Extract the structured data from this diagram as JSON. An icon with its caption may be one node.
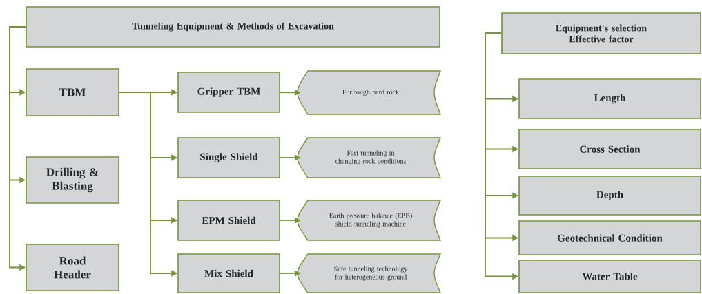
{
  "diagram": {
    "nodes": [
      {
        "text": [
          "Tunneling Equipment & Methods of Excavation"
        ]
      },
      {
        "text": [
          "TBM"
        ]
      },
      {
        "text": [
          "Drilling & Blasting"
        ]
      },
      {
        "text": [
          "Road Header"
        ]
      },
      {
        "text": [
          "Gripper TBM"
        ]
      },
      {
        "text": [
          "Single Shield"
        ]
      },
      {
        "text": [
          "EPM Shield"
        ]
      },
      {
        "text": [
          "Mix Shield"
        ]
      },
      {
        "text": [
          "For tough hard rock"
        ]
      },
      {
        "text": [
          "Fast tunneling in changing rock conditions"
        ]
      },
      {
        "text": [
          "Earth pressure balance (EPB) shield tunneling machine"
        ]
      },
      {
        "text": [
          "Safe tunneling technology for heterogeneous ground"
        ]
      },
      {
        "text": [
          "Equipment's selection Effective factor"
        ]
      },
      {
        "text": [
          "Length"
        ]
      },
      {
        "text": [
          "Cross Section"
        ]
      },
      {
        "text": [
          "Depth"
        ]
      },
      {
        "text": [
          "Geotechnical Condition"
        ]
      },
      {
        "text": [
          "Water Table"
        ]
      }
    ],
    "edges": [
      {
        "from": 0,
        "to": 1,
        "arrow": "to"
      },
      {
        "from": 0,
        "to": 2,
        "arrow": "to"
      },
      {
        "from": 0,
        "to": 3,
        "arrow": "to"
      },
      {
        "from": 1,
        "to": 4,
        "arrow": "to"
      },
      {
        "from": 1,
        "to": 5,
        "arrow": "to"
      },
      {
        "from": 1,
        "to": 6,
        "arrow": "to"
      },
      {
        "from": 1,
        "to": 7,
        "arrow": "to"
      },
      {
        "from": 4,
        "to": 8,
        "arrow": "to"
      },
      {
        "from": 5,
        "to": 9,
        "arrow": "to"
      },
      {
        "from": 6,
        "to": 10,
        "arrow": "to"
      },
      {
        "from": 7,
        "to": 11,
        "arrow": "to"
      },
      {
        "from": 12,
        "to": 13,
        "arrow": "to"
      },
      {
        "from": 12,
        "to": 14,
        "arrow": "to"
      },
      {
        "from": 12,
        "to": 15,
        "arrow": "to"
      },
      {
        "from": 12,
        "to": 16,
        "arrow": "to"
      },
      {
        "from": 12,
        "to": 17,
        "arrow": "to"
      }
    ]
  }
}
